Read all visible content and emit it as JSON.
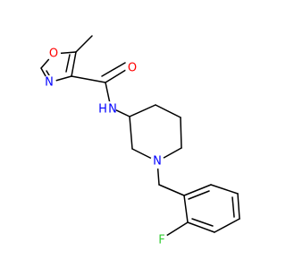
{
  "structure": {
    "atoms": {
      "oxazole_oxygen": {
        "symbol": "O",
        "color": "#ff0000"
      },
      "oxazole_nitrogen": {
        "symbol": "N",
        "color": "#0000ff"
      },
      "carbonyl_oxygen": {
        "symbol": "O",
        "color": "#ff0000"
      },
      "amide_nitrogen": {
        "symbol": "N",
        "color": "#0000ff"
      },
      "amide_hydrogen": {
        "symbol": "H",
        "color": "#0000ff"
      },
      "piperidine_nitrogen": {
        "symbol": "N",
        "color": "#0000ff"
      },
      "fluorine": {
        "symbol": "F",
        "color": "#33cc33"
      }
    }
  }
}
